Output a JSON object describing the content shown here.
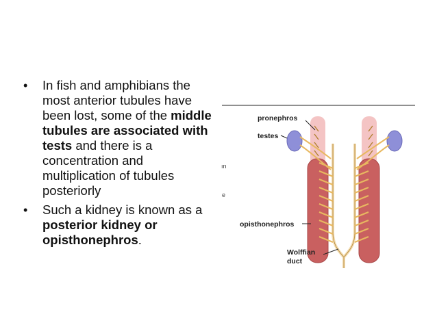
{
  "bullets": [
    {
      "parts": [
        {
          "text": "In fish and amphibians the most anterior tubules have been lost, some of the ",
          "bold": false
        },
        {
          "text": "middle tubules are associated with tests",
          "bold": true
        },
        {
          "text": " and there is a concentration and multiplication of tubules posteriorly",
          "bold": false
        }
      ]
    },
    {
      "parts": [
        {
          "text": "Such a kidney is known as a ",
          "bold": false
        },
        {
          "text": "posterior kidney or opisthonephros",
          "bold": true
        },
        {
          "text": ".",
          "bold": false
        }
      ]
    }
  ],
  "figure": {
    "labels": {
      "pronephros": "pronephros",
      "testes": "testes",
      "opisthonephros": "opisthonephros",
      "wolffian": "Wolffian",
      "duct": "duct"
    },
    "fragments": {
      "frag1": "ın",
      "frag2": "e"
    },
    "colors": {
      "kidney": "#c96060",
      "kidney_dark": "#a84848",
      "pronephros": "#f4c4c4",
      "testes": "#8e8fd8",
      "tubule": "#e8b860",
      "tubule_stroke": "#b08030",
      "duct": "#f2dcb0"
    }
  }
}
